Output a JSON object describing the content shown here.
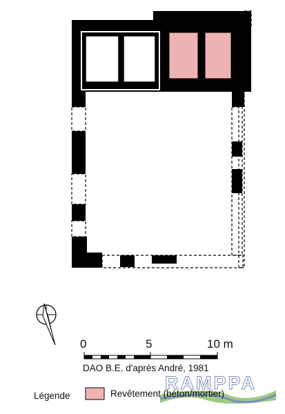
{
  "scale": {
    "ticks": [
      "0",
      "5",
      "10 m"
    ]
  },
  "credit": "DAO B.E. d'après André, 1981",
  "legend": {
    "title": "Légende",
    "item_label": "Revêtement (béton/mortier)",
    "item_color": "#f0b3b3"
  },
  "logo": {
    "text": "RAMPPA"
  },
  "colors": {
    "wall": "#000000",
    "paper": "#ffffff",
    "coating": "#f0b3b3"
  },
  "icons": {
    "north_arrow": "north-arrow-icon"
  }
}
